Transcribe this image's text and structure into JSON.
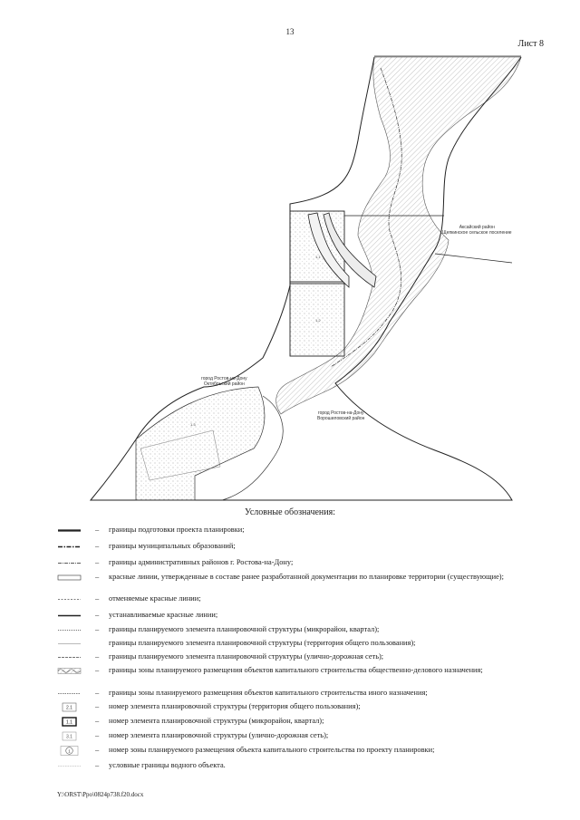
{
  "page": {
    "number": "13",
    "sheet": "Лист 8"
  },
  "map": {
    "labels": {
      "aksai_district": "Аксайский район",
      "aksai_settlement": "Щепкинское сельское поселение",
      "rostov_october_city": "город Ростов-на-Дону",
      "rostov_october_district": "Октябрьский район",
      "rostov_voroshilov_city": "город Ростов-на-Дону",
      "rostov_voroshilov_district": "Ворошиловский район"
    }
  },
  "legend": {
    "title": "Условные обозначения:",
    "dash": "–",
    "items": [
      {
        "symbol": "project-boundary-symbol",
        "text": "границы подготовки проекта планировки;"
      },
      {
        "symbol": "municipal-boundary-symbol",
        "text": "границы муниципальных образований;"
      },
      {
        "symbol": "district-boundary-symbol",
        "text": "границы административных районов г. Ростова-на-Дону;"
      },
      {
        "symbol": "approved-red-lines-symbol",
        "text": "красные линии, утвержденные в составе ранее разработанной документации по планировке территории (существующие);"
      },
      {
        "symbol": "cancelled-red-lines-symbol",
        "text": "отменяемые красные линии;"
      },
      {
        "symbol": "established-red-lines-symbol",
        "text": "устанавливаемые красные линии;"
      },
      {
        "symbol": "microdistrict-boundary-symbol",
        "text": "границы планируемого элемента планировочной структуры (микрорайон, квартал);"
      },
      {
        "symbol": "public-territory-boundary-symbol",
        "text": "границы планируемого элемента планировочной структуры (территория общего пользования);"
      },
      {
        "symbol": "road-network-boundary-symbol",
        "text": "границы планируемого элемента планировочной структуры (улично-дорожная сеть);"
      },
      {
        "symbol": "business-zone-boundary-symbol",
        "text": "границы зоны планируемого размещения объектов капитального строительства общественно-делового назначения;"
      },
      {
        "symbol": "other-zone-boundary-symbol",
        "text": "границы зоны планируемого размещения объектов капитального строительства иного назначения;"
      },
      {
        "symbol": "public-territory-number-symbol",
        "label": "2.1",
        "text": "номер элемента планировочной структуры (территория общего пользования);"
      },
      {
        "symbol": "microdistrict-number-symbol",
        "label": "1.1",
        "text": "номер элемента планировочной структуры (микрорайон, квартал);"
      },
      {
        "symbol": "road-network-number-symbol",
        "label": "3.1",
        "text": "номер элемента планировочной структуры (улично-дорожная сеть);"
      },
      {
        "symbol": "zone-number-symbol",
        "label": "1",
        "text": "номер зоны планируемого размещения объекта капитального строительства по проекту планировки;"
      },
      {
        "symbol": "water-boundary-symbol",
        "text": "условные границы водного объекта."
      }
    ]
  },
  "footer": {
    "path": "Y:\\ORST\\Ppo\\0824p738.f20.docx"
  }
}
